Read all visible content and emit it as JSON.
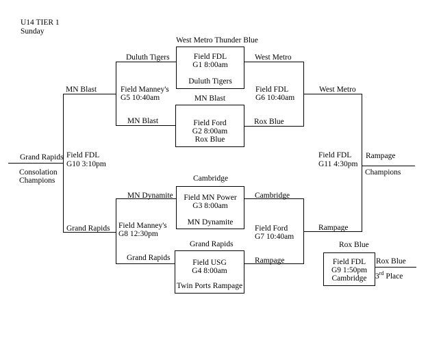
{
  "header": {
    "division": "U14 TIER 1",
    "day": "Sunday"
  },
  "games": {
    "g1": {
      "seed_top": "West Metro Thunder Blue",
      "field": "Field FDL",
      "game": "G1 8:00am",
      "seed_bottom": "Duluth Tigers"
    },
    "g2": {
      "seed_top": "MN Blast",
      "field": "Field Ford",
      "game": "G2 8:00am",
      "seed_bottom": "Rox Blue"
    },
    "g3": {
      "seed_top": "Cambridge",
      "field": "Field MN Power",
      "game": "G3 8:00am",
      "seed_bottom": "MN Dynamite"
    },
    "g4": {
      "seed_top": "Grand Rapids",
      "field": "Field USG",
      "game": "G4 8:00am",
      "seed_bottom": "Twin Ports Rampage"
    },
    "g5": {
      "feed_top": "Duluth Tigers",
      "feed_bottom": "MN Blast",
      "field": "Field Manney's",
      "game": "G5 10:40am",
      "winner": "MN Blast"
    },
    "g6": {
      "feed_top": "West Metro",
      "feed_bottom": "Rox Blue",
      "field": "Field FDL",
      "game": "G6 10:40am",
      "winner": "West Metro"
    },
    "g7": {
      "feed_top": "Cambridge",
      "feed_bottom": "Rampage",
      "field": "Field Ford",
      "game": "G7 10:40am",
      "winner": "Rampage"
    },
    "g8": {
      "feed_top": "MN Dynamite",
      "feed_bottom": "Grand Rapids",
      "field": "Field Manney's",
      "game": "G8 12:30pm",
      "winner": "Grand Rapids"
    },
    "g9": {
      "team_top": "Rox Blue",
      "field": "Field FDL",
      "game": "G9 1:50pm",
      "team_bottom": "Cambridge",
      "winner": "Rox Blue",
      "place_num": "3",
      "place_sup": "rd",
      "place_word": "Place"
    },
    "g10": {
      "field": "Field FDL",
      "game": "G10 3:10pm",
      "winner": "Grand Rapids",
      "title_line1": "Consolation",
      "title_line2": "Champions"
    },
    "g11": {
      "field": "Field FDL",
      "game": "G11 4:30pm",
      "winner": "Rampage",
      "title": "Champions"
    }
  }
}
